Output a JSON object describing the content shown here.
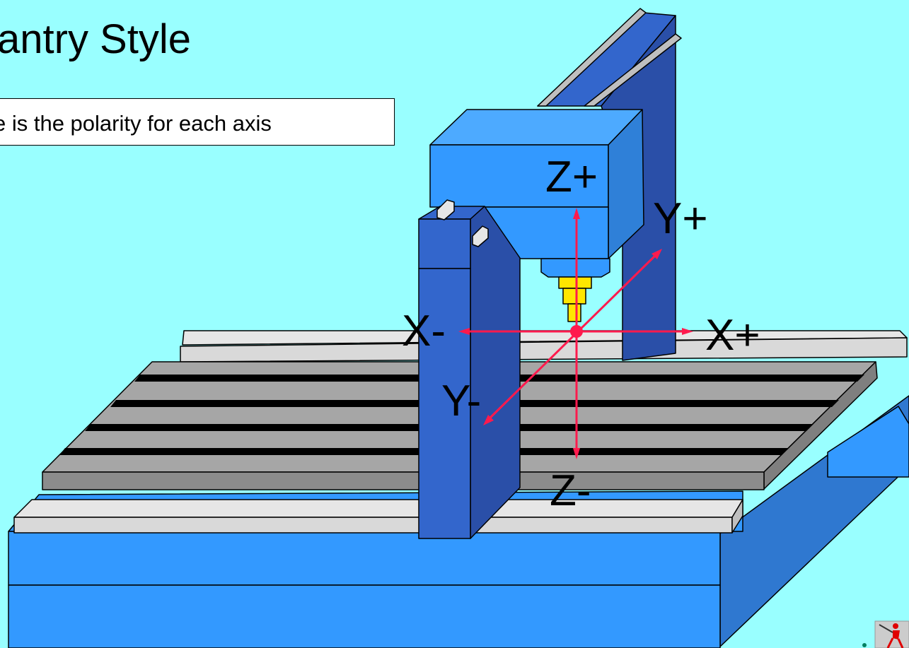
{
  "slide": {
    "title": "antry Style",
    "callout": "e is the polarity for each axis"
  },
  "axes": {
    "z_plus": "Z+",
    "z_minus": "Z-",
    "y_plus": "Y+",
    "y_minus": "Y-",
    "x_plus": "X+",
    "x_minus": "X-"
  },
  "colors": {
    "background": "#99FFFF",
    "machine_blue": "#3399FF",
    "machine_dark_blue": "#3366CC",
    "table_gray": "#A6A6A6",
    "rail_light_gray": "#E6E6E6",
    "tool_yellow": "#FFE600",
    "axis_red": "#FF1A4D"
  },
  "icons": {
    "corner_logo": "running-figure-logo-icon"
  }
}
